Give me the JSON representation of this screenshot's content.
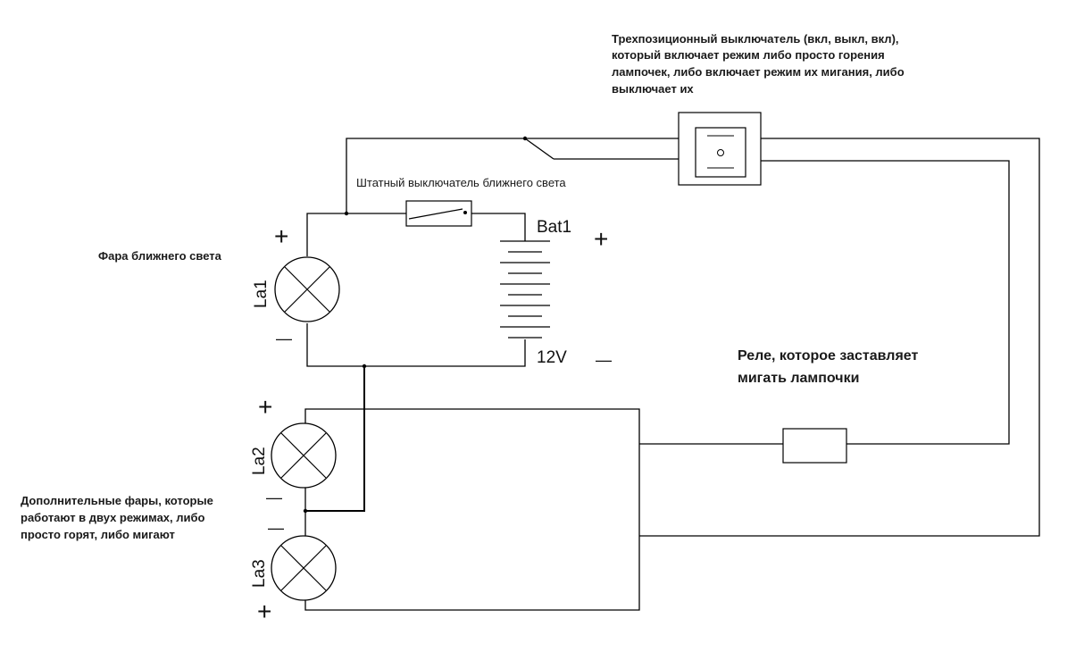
{
  "colors": {
    "wire": "#000000",
    "text": "#1a1a1a",
    "background": "#ffffff"
  },
  "annotations": {
    "switch3_note": [
      "Трехпозиционный выключатель (вкл, выкл, вкл),",
      "который включает режим либо просто горения",
      "лампочек, либо включает режим их мигания, либо",
      "выключает их"
    ],
    "stock_switch": "Штатный выключатель ближнего света",
    "headlight": "Фара ближнего света",
    "relay_note": [
      "Реле, которое заставляет",
      "мигать лампочки"
    ],
    "extra_lamps_note": [
      "Дополнительные фары, которые",
      "работают в двух режимах, либо",
      "просто горят, либо мигают"
    ]
  },
  "components": {
    "la1": "La1",
    "la2": "La2",
    "la3": "La3",
    "battery_name": "Bat1",
    "battery_voltage": "12V"
  },
  "polarity": {
    "plus": "+",
    "minus": "—"
  },
  "icons": {
    "lamp": "lamp-symbol-icon",
    "battery": "battery-symbol-icon",
    "switch": "switch-symbol-icon",
    "relay": "relay-symbol-icon",
    "toggle": "three-position-switch-icon"
  }
}
